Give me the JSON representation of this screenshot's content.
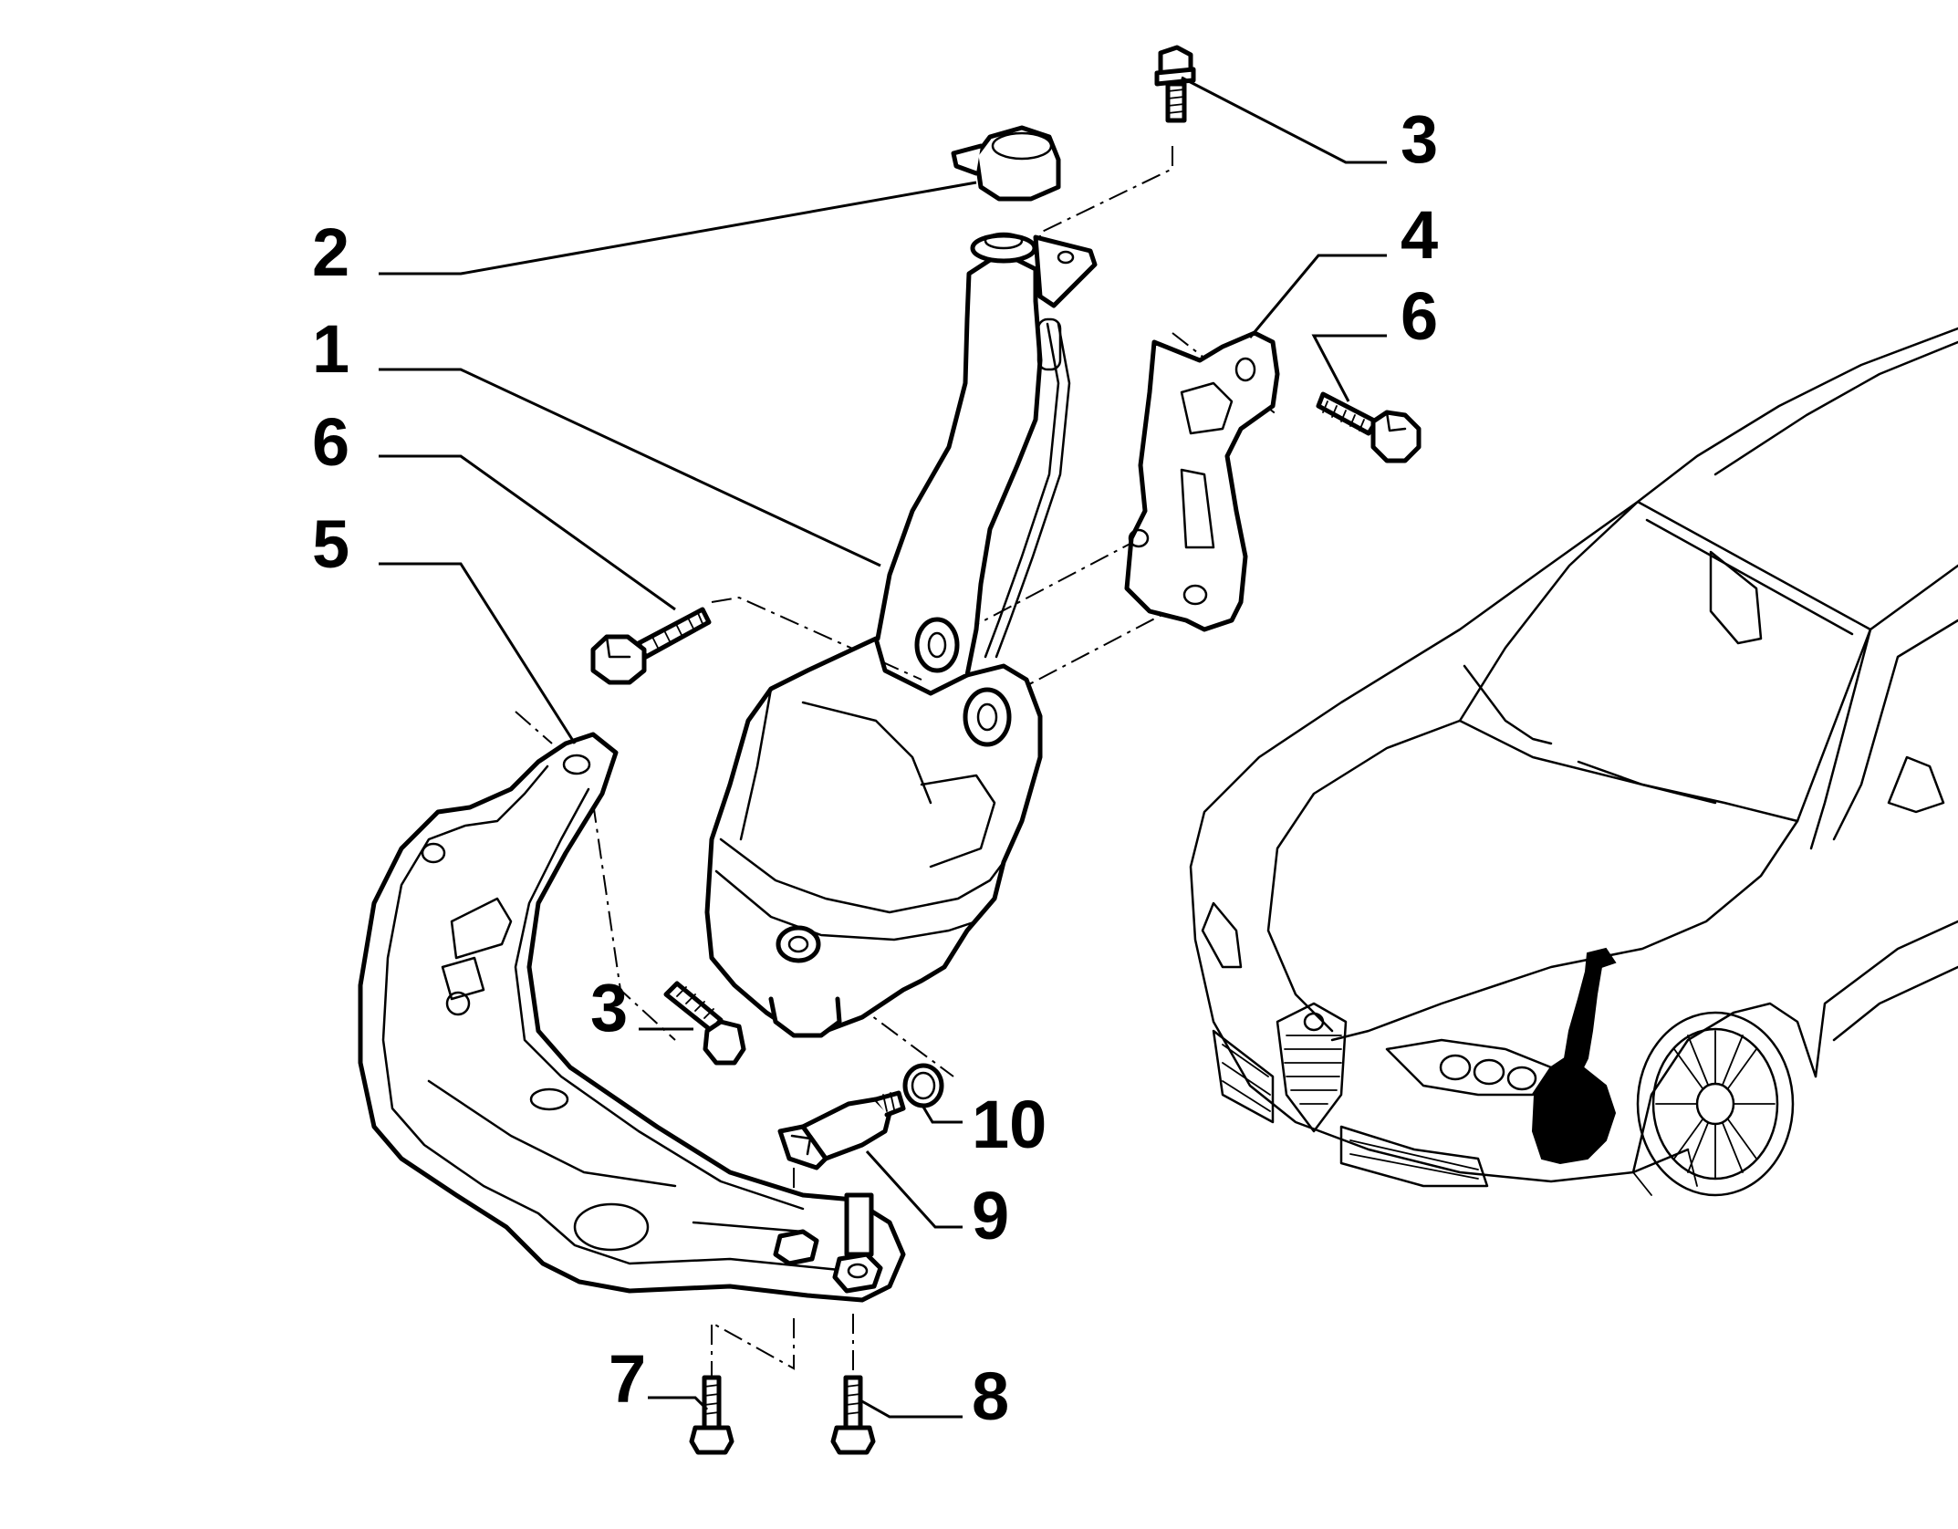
{
  "callouts": [
    {
      "id": "1",
      "label": "1"
    },
    {
      "id": "2",
      "label": "2"
    },
    {
      "id": "3a",
      "label": "3"
    },
    {
      "id": "3b",
      "label": "3"
    },
    {
      "id": "4",
      "label": "4"
    },
    {
      "id": "5",
      "label": "5"
    },
    {
      "id": "6a",
      "label": "6"
    },
    {
      "id": "6b",
      "label": "6"
    },
    {
      "id": "7",
      "label": "7"
    },
    {
      "id": "8",
      "label": "8"
    },
    {
      "id": "9",
      "label": "9"
    },
    {
      "id": "10",
      "label": "10"
    }
  ]
}
